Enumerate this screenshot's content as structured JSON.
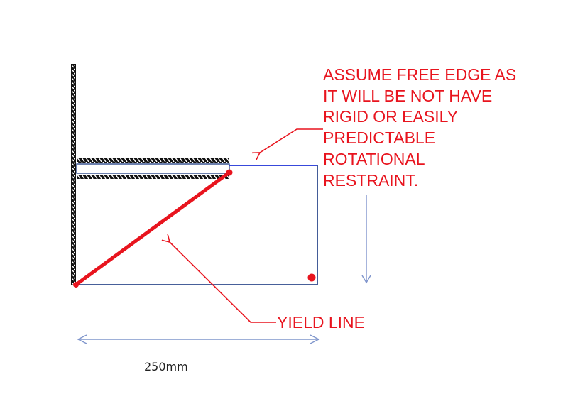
{
  "diagram": {
    "note": {
      "lines": [
        "ASSUME FREE EDGE AS",
        "IT WILL BE NOT HAVE",
        "RIGID OR EASILY",
        "PREDICTABLE",
        "ROTATIONAL",
        "RESTRAINT."
      ]
    },
    "yield_line_label": "YIELD LINE",
    "dimension_label": "250mm",
    "colors": {
      "annotation": "#e8141e",
      "slab_outline": "#2e4a8c",
      "free_edge": "#1b2fd6",
      "dimension": "#7f95cc",
      "hatch": "#111111"
    }
  }
}
